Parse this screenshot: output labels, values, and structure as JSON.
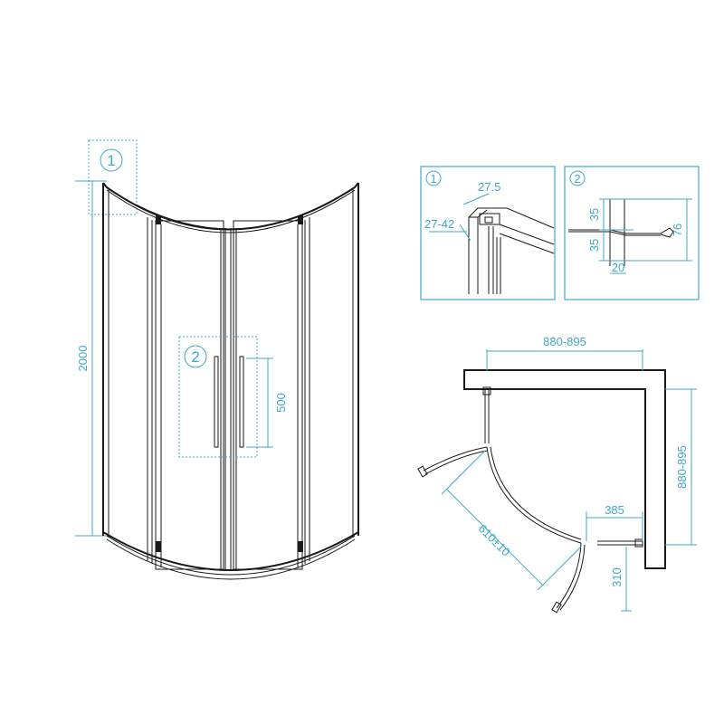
{
  "colors": {
    "line": "#1a1a1a",
    "dimension": "#3fa9c9",
    "background": "#ffffff"
  },
  "front_view": {
    "detail_marker_1": "1",
    "detail_marker_2": "2",
    "height_label": "2000",
    "handle_height_label": "500"
  },
  "detail_1": {
    "marker": "1",
    "dim_top": "27.5",
    "dim_side": "27-42"
  },
  "detail_2": {
    "marker": "2",
    "dim_upper": "35",
    "dim_lower": "35",
    "dim_total": "76",
    "dim_bottom": "20"
  },
  "plan_view": {
    "width_label": "880-895",
    "depth_label": "880-895",
    "door_opening_label": "610±10",
    "offset_x_label": "385",
    "offset_y_label": "310"
  }
}
